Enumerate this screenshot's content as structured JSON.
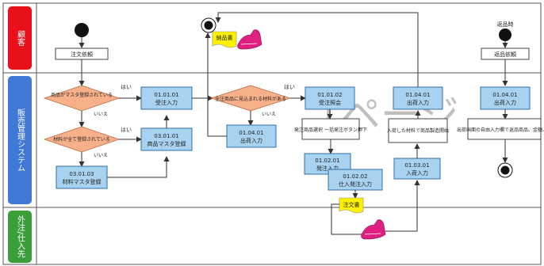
{
  "lanes": [
    {
      "label": "顧客",
      "color": "#e8101a"
    },
    {
      "label": "販売管理システム",
      "color": "#3f78d6"
    },
    {
      "label": "外注/仕入先",
      "color": "#3a9e3a"
    }
  ],
  "nodes": {
    "order_request": "注文依頼",
    "return_request_top": "返品時",
    "return_request": "返品依頼",
    "delivery_note": "納品書",
    "decision_product_master": "商品がマスタ登録されている",
    "decision_material_master": "材料が全て登録されている",
    "decision_stock": "全注商品に見込まれる材料がある",
    "box_order_entry_id": "01.01.01",
    "box_order_entry": "受注入力",
    "box_product_master_id": "03.01.01",
    "box_product_master": "商品マスタ登録",
    "box_material_master_id": "03.01.03",
    "box_material_master": "材料マスタ登録",
    "box_order_inquiry_id": "01.01.02",
    "box_order_inquiry": "受注照会",
    "box_shipping_id": "01.04.01",
    "box_shipping": "出荷入力",
    "box_po_batch": "発注商品選択 一括発注ボタン押下",
    "box_po_entry_id": "01.02.01",
    "box_po_entry": "発注入力",
    "box_po_print_id": "01.02.02",
    "box_po_print": "仕入発注入力",
    "box_receiving_material": "入荷した材料で商品製造開始",
    "box_receiving_id": "01.03.01",
    "box_receiving": "入荷入力",
    "box_shipping2_id": "01.04.01",
    "box_shipping2": "出荷入力",
    "box_shipping3_id": "01.04.01",
    "box_shipping3": "出荷入力",
    "box_return_note": "出荷画面の自由入力欄で返品商品、金額入力",
    "purchase_order_doc": "注文書"
  },
  "edge_labels": {
    "yes": "はい",
    "no": "いいえ"
  },
  "watermark": "1ページ"
}
